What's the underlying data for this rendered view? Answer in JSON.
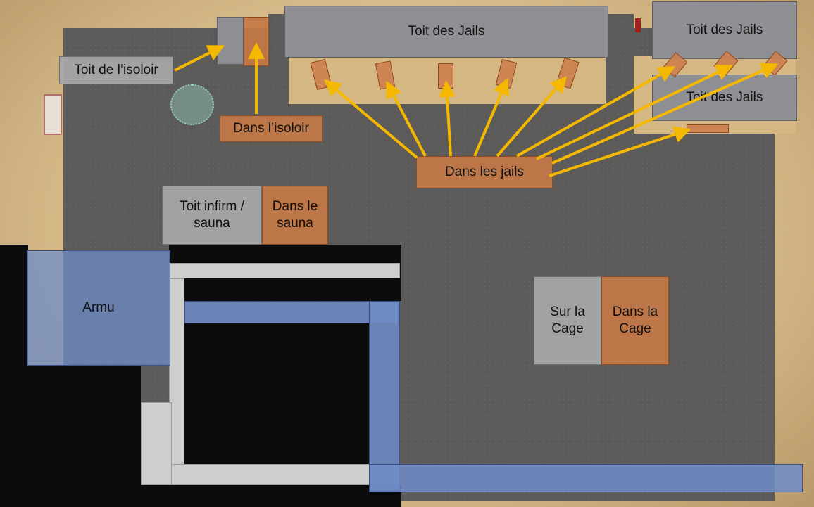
{
  "labels": {
    "toit_jails_main": "Toit des Jails",
    "toit_jails_right_top": "Toit des Jails",
    "toit_jails_right_bottom": "Toit des Jails",
    "toit_isoloir": "Toit de l’isoloir",
    "dans_isoloir": "Dans l’isoloir",
    "dans_jails": "Dans les jails",
    "toit_infirm": "Toit infirm / sauna",
    "dans_sauna": "Dans le sauna",
    "armu": "Armu",
    "sur_cage": "Sur la Cage",
    "dans_cage": "Dans la Cage"
  },
  "colors": {
    "arrow": "#f5b800",
    "roof_label": "#a8a8aa",
    "inside_label": "#c47846",
    "armory": "#6e8cc8",
    "floor": "#5c5b59",
    "parchment": "#d8be8c"
  }
}
